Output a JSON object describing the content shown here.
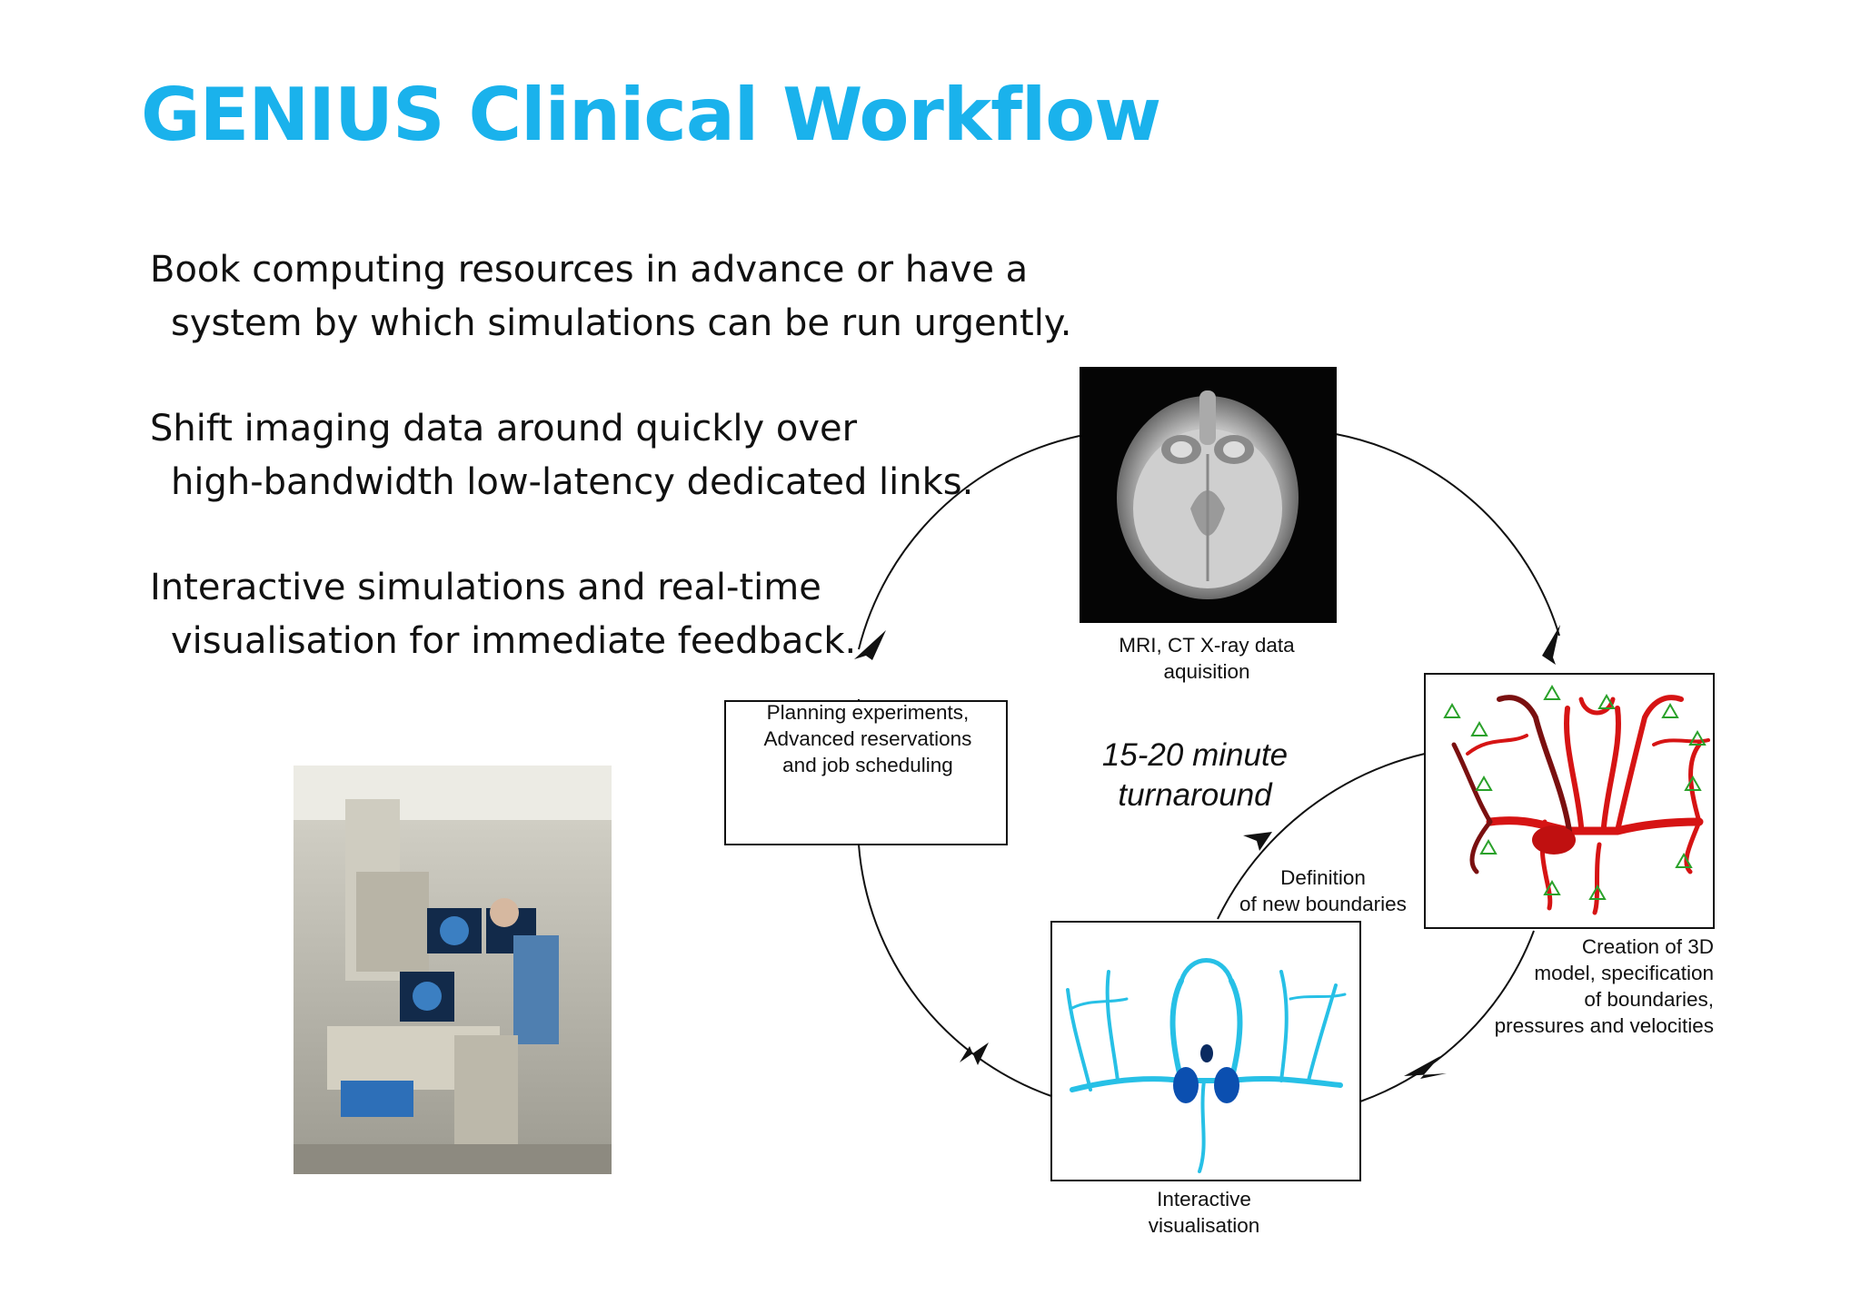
{
  "title": "GENIUS Clinical Workflow",
  "bullets": [
    {
      "line1": "Book computing resources in advance or have a",
      "line2": "system by which simulations can be run urgently."
    },
    {
      "line1": "Shift imaging data around quickly over",
      "line2": "high-bandwidth low-latency dedicated links."
    },
    {
      "line1": "Interactive simulations and real-time",
      "line2": "visualisation for immediate feedback."
    }
  ],
  "cycle": {
    "center": {
      "line1": "15-20 minute",
      "line2": "turnaround"
    },
    "mri_caption": {
      "line1": "MRI, CT X-ray data",
      "line2": "aquisition"
    },
    "model_caption": {
      "line1": "Creation of 3D",
      "line2": "model, specification",
      "line3": "of boundaries,",
      "line4": "pressures and velocities"
    },
    "vis_caption": {
      "line1": "Interactive",
      "line2": "visualisation"
    },
    "definition_caption": {
      "line1": "Definition",
      "line2": "of new boundaries"
    },
    "planning_box": {
      "line1": "Planning experiments,",
      "line2": "Advanced reservations",
      "line3": "and job scheduling"
    }
  },
  "colors": {
    "title": "#1ab2ec",
    "vessel_red": "#d61414",
    "vessel_cyan": "#27c0e6",
    "vessel_blue": "#0b4fb0",
    "marker_green": "#2aa12a"
  }
}
